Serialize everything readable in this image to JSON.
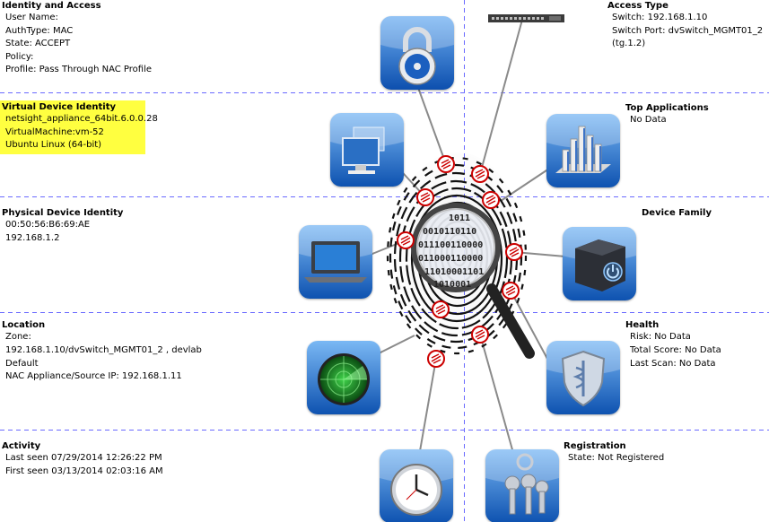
{
  "sections": {
    "identity": {
      "title": "Identity and Access",
      "lines": [
        "User Name:",
        "AuthType: MAC",
        "State: ACCEPT",
        "Policy:",
        "Profile: Pass Through NAC Profile"
      ]
    },
    "virtual": {
      "title": "Virtual Device Identity",
      "lines": [
        "netsight_appliance_64bit.6.0.0.28",
        "VirtualMachine:vm-52",
        "Ubuntu Linux (64-bit)"
      ]
    },
    "physical": {
      "title": "Physical Device Identity",
      "lines": [
        "00:50:56:B6:69:AE",
        "192.168.1.2"
      ]
    },
    "location": {
      "title": "Location",
      "lines": [
        "Zone:",
        "192.168.1.10/dvSwitch_MGMT01_2 , devlab",
        "Default",
        "NAC Appliance/Source IP: 192.168.1.11"
      ]
    },
    "activity": {
      "title": "Activity",
      "lines": [
        "Last seen 07/29/2014 12:26:22 PM",
        "First seen 03/13/2014 02:03:16 AM"
      ]
    },
    "access": {
      "title": "Access Type",
      "lines": [
        "Switch: 192.168.1.10",
        "Switch Port: dvSwitch_MGMT01_2",
        "(tg.1.2)"
      ]
    },
    "apps": {
      "title": "Top Applications",
      "lines": [
        "No Data"
      ]
    },
    "family": {
      "title": "Device Family",
      "lines": []
    },
    "health": {
      "title": "Health",
      "lines": [
        "Risk: No Data",
        "Total Score: No Data",
        "Last Scan: No Data"
      ]
    },
    "registration": {
      "title": "Registration",
      "lines": [
        "State: Not Registered"
      ]
    }
  },
  "fingerprint": {
    "binary": [
      "1011",
      "0010110110",
      "011100110000",
      "011000110000",
      "11010001101",
      "1010001"
    ]
  },
  "colors": {
    "divider": "#6a6aff",
    "highlight": "#ffff40",
    "node": "#cc0000",
    "icon_blue": "#1f66c9"
  },
  "icons": [
    "lock-icon",
    "monitor-icon",
    "laptop-icon",
    "radar-icon",
    "clock-icon",
    "network-switch-icon",
    "bar-chart-icon",
    "power-box-icon",
    "health-shield-icon",
    "keys-icon"
  ]
}
